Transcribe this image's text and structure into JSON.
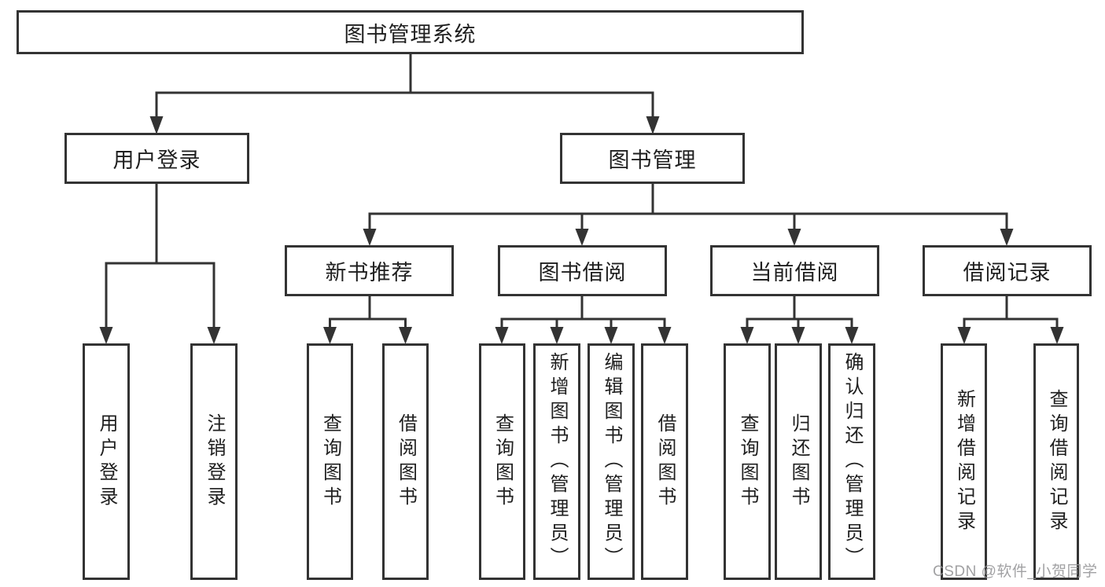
{
  "tree": {
    "root": "图书管理系统",
    "user_login": {
      "label": "用户登录",
      "children": [
        "用户登录",
        "注销登录"
      ]
    },
    "book_management": {
      "label": "图书管理",
      "sections": {
        "new_book_recommend": {
          "label": "新书推荐",
          "children": [
            "查询图书",
            "借阅图书"
          ]
        },
        "book_borrow": {
          "label": "图书借阅",
          "children": [
            "查询图书",
            "新增图书（管理员）",
            "编辑图书（管理员）",
            "借阅图书"
          ]
        },
        "current_borrow": {
          "label": "当前借阅",
          "children": [
            "查询图书",
            "归还图书",
            "确认归还（管理员）"
          ]
        },
        "borrow_records": {
          "label": "借阅记录",
          "children": [
            "新增借阅记录",
            "查询借阅记录"
          ]
        }
      }
    }
  },
  "watermark": "CSDN @软件_小贺同学",
  "colors": {
    "line": "#333333",
    "text": "#1f1f1f",
    "watermark": "#949496",
    "background": "#ffffff"
  }
}
